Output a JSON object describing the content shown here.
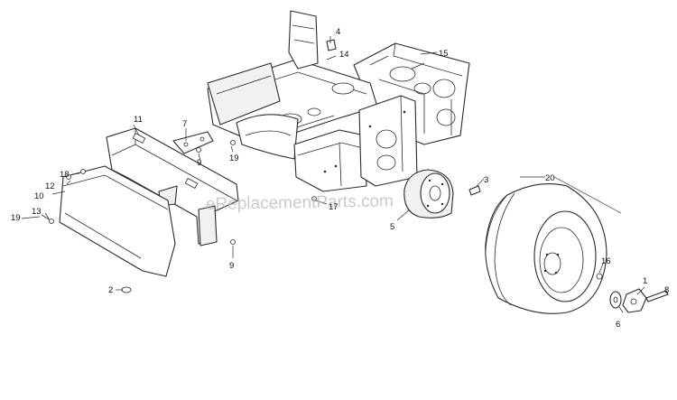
{
  "watermark": "eReplacementParts.com",
  "callouts": {
    "c1": "1",
    "c2": "2",
    "c3": "3",
    "c4": "4",
    "c5": "5",
    "c6": "6",
    "c7": "7",
    "c8": "8",
    "c9a": "9",
    "c9b": "9",
    "c10": "10",
    "c11": "11",
    "c12": "12",
    "c13": "13",
    "c14": "14",
    "c15": "15",
    "c16": "16",
    "c17": "17",
    "c18": "18",
    "c19a": "19",
    "c19b": "19",
    "c20": "20"
  }
}
